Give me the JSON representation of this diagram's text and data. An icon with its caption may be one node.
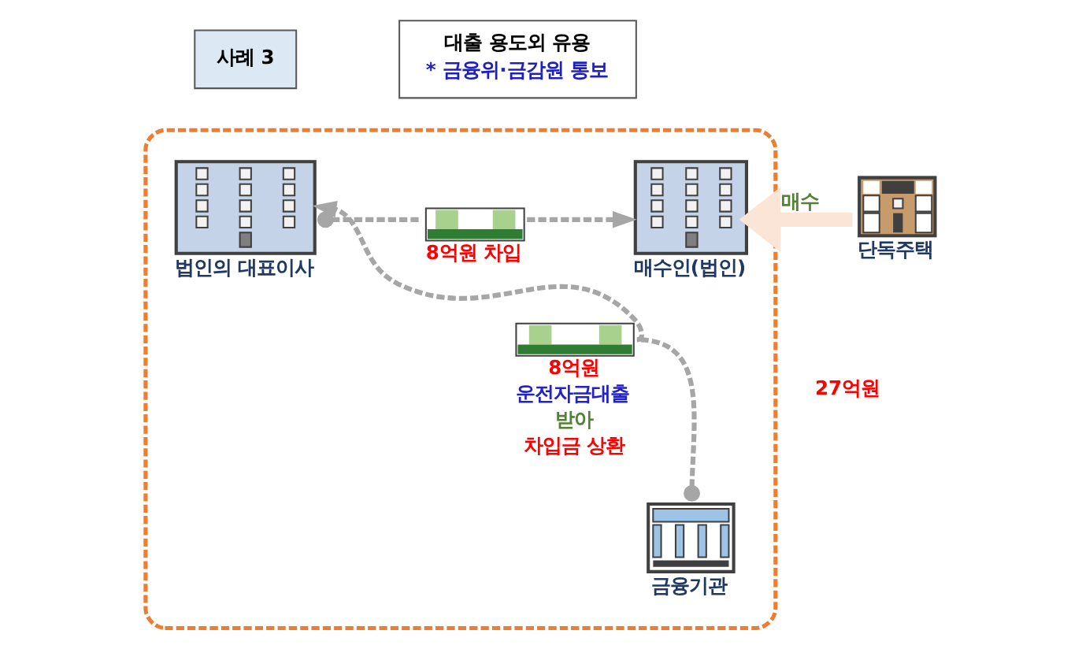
{
  "diagram": {
    "nodes": [
      {
        "text": [
          "사례 3"
        ]
      },
      {
        "text": [
          "대출 용도외 유용",
          "* 금융위·금감원 통보"
        ]
      },
      {
        "text": [],
        "shape": "box"
      },
      {
        "text": [
          "법인의 대표이사"
        ],
        "in": 2
      },
      {
        "text": [
          "매수인(법인)"
        ],
        "in": 2
      },
      {
        "text": [
          "금융기관"
        ],
        "in": 2
      },
      {
        "text": [
          "단독주택"
        ]
      },
      {
        "text": [],
        "shape": "picture",
        "in": 2,
        "beside": [
          "8억원 차입"
        ]
      },
      {
        "text": [],
        "shape": "picture",
        "in": 2,
        "beside": [
          "8억원",
          "운전자금대출",
          "받아",
          "차입금 상환"
        ]
      }
    ],
    "edges": [
      {
        "from": 3,
        "to": 7,
        "arrow": "other",
        "style": "dashed"
      },
      {
        "from": 7,
        "to": 4,
        "arrow": "to",
        "style": "dashed"
      },
      {
        "from": 6,
        "to": 4,
        "arrow": "to",
        "label": "매수",
        "style": "thick",
        "color": "#fbe5d6"
      },
      {
        "from": 5,
        "to": 8,
        "arrow": "other",
        "style": "dashed"
      },
      {
        "from": 8,
        "to": 3,
        "arrow": "to",
        "style": "dashed"
      }
    ],
    "labels": [
      "27억원"
    ]
  }
}
